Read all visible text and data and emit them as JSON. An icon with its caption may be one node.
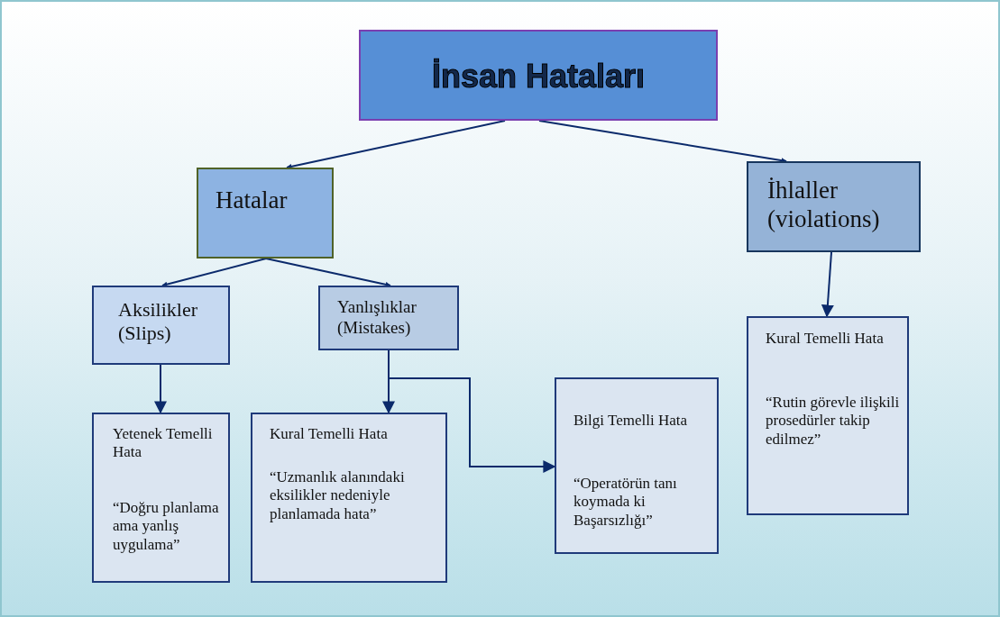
{
  "diagram": {
    "nodes": [
      {
        "text": [
          "İnsan Hataları"
        ]
      },
      {
        "text": [
          "Hatalar"
        ]
      },
      {
        "text": [
          "İhlaller (violations)"
        ]
      },
      {
        "text": [
          "Aksilikler (Slips)"
        ]
      },
      {
        "text": [
          "Yanlışlıklar (Mistakes)"
        ]
      },
      {
        "text": [
          "Yetenek Temelli Hata",
          "“Doğru planlama ama yanlış uygulama”"
        ]
      },
      {
        "text": [
          "Kural Temelli Hata",
          "“Uzmanlık alanındaki eksilikler nedeniyle planlamada hata”"
        ]
      },
      {
        "text": [
          "Bilgi Temelli Hata",
          "“Operatörün tanı koymada ki Başarsızlığı”"
        ]
      },
      {
        "text": [
          "Kural Temelli Hata",
          "“Rutin görevle ilişkili prosedürler takip edilmez”"
        ]
      }
    ],
    "edges": [
      {
        "from": 0,
        "to": 1,
        "arrow": "to"
      },
      {
        "from": 0,
        "to": 2,
        "arrow": "to"
      },
      {
        "from": 1,
        "to": 3,
        "arrow": "to"
      },
      {
        "from": 1,
        "to": 4,
        "arrow": "to"
      },
      {
        "from": 3,
        "to": 5,
        "arrow": "to"
      },
      {
        "from": 4,
        "to": 6,
        "arrow": "to"
      },
      {
        "from": 4,
        "to": 7,
        "arrow": "to"
      },
      {
        "from": 2,
        "to": 8,
        "arrow": "to"
      }
    ]
  }
}
